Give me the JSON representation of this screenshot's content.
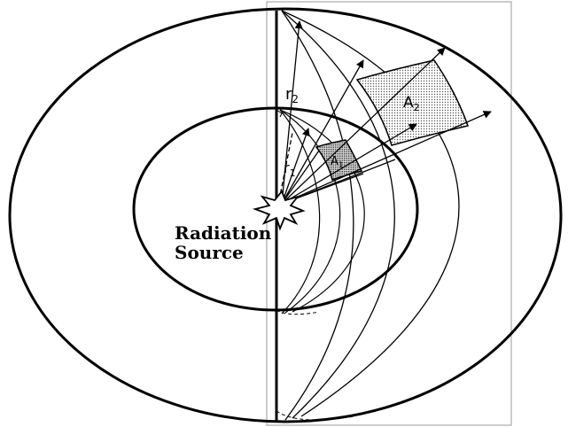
{
  "labels": {
    "source_line1": "Radiation",
    "source_line2": "Source",
    "r1": "r",
    "r1_sub": "1",
    "r2": "r",
    "r2_sub": "2",
    "a1": "A",
    "a1_sub": "1",
    "a2": "A",
    "a2_sub": "2"
  },
  "colors": {
    "ink": "#000000",
    "background": "#ffffff",
    "frame": "#9a9a9a",
    "area_fill": "#c9c9c9"
  }
}
